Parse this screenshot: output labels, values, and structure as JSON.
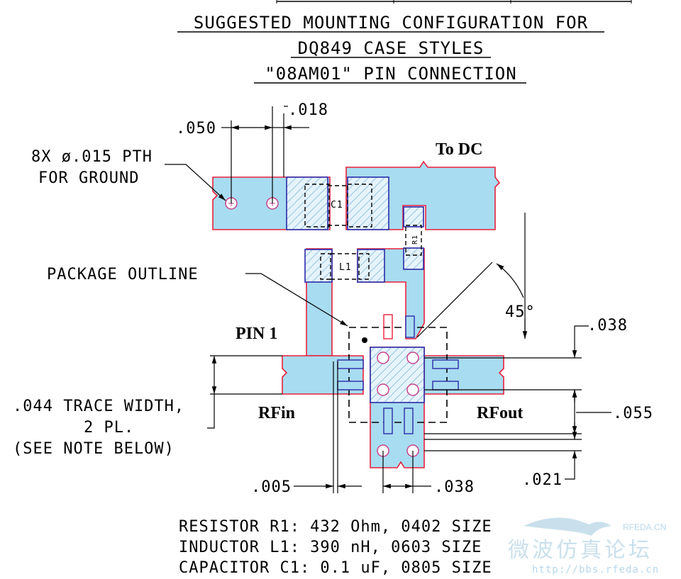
{
  "title": {
    "line1": "SUGGESTED MOUNTING CONFIGURATION FOR",
    "line2": "DQ849 CASE STYLES",
    "line3": "\"08AM01\" PIN CONNECTION"
  },
  "dimensions": {
    "d050": ".050",
    "d018": ".018",
    "d038_right": ".038",
    "d055": ".055",
    "d021": ".021",
    "d005": ".005",
    "d038_bottom": ".038",
    "angle": "45°"
  },
  "labels": {
    "pth_line1": "8X ø.015 PTH",
    "pth_line2": "FOR GROUND",
    "package_outline": "PACKAGE OUTLINE",
    "pin1": "PIN 1",
    "rfin": "RFin",
    "rfout": "RFout",
    "to_dc": "To DC",
    "trace_line1": ".044 TRACE WIDTH,",
    "trace_line2": "2 PL.",
    "trace_line3": "(SEE NOTE BELOW)",
    "c1": "C1",
    "l1": "L1",
    "r1": "R1"
  },
  "components": {
    "resistor": "RESISTOR R1: 432 Ohm, 0402 SIZE",
    "inductor": "INDUCTOR L1: 390 nH, 0603 SIZE",
    "capacitor": "CAPACITOR C1: 0.1 uF, 0805 SIZE"
  },
  "watermark": {
    "brand": "RFEDA.CN",
    "chinese": "微波仿真论坛",
    "url": "http://bbs.rfeda.cn"
  },
  "colors": {
    "trace_fill": "#a8dcf0",
    "trace_outline": "#e8203c",
    "pad_outline": "#2a2aa8",
    "pad_hatch": "#7fb8dc",
    "via": "#c8408c",
    "ink": "#000000"
  }
}
